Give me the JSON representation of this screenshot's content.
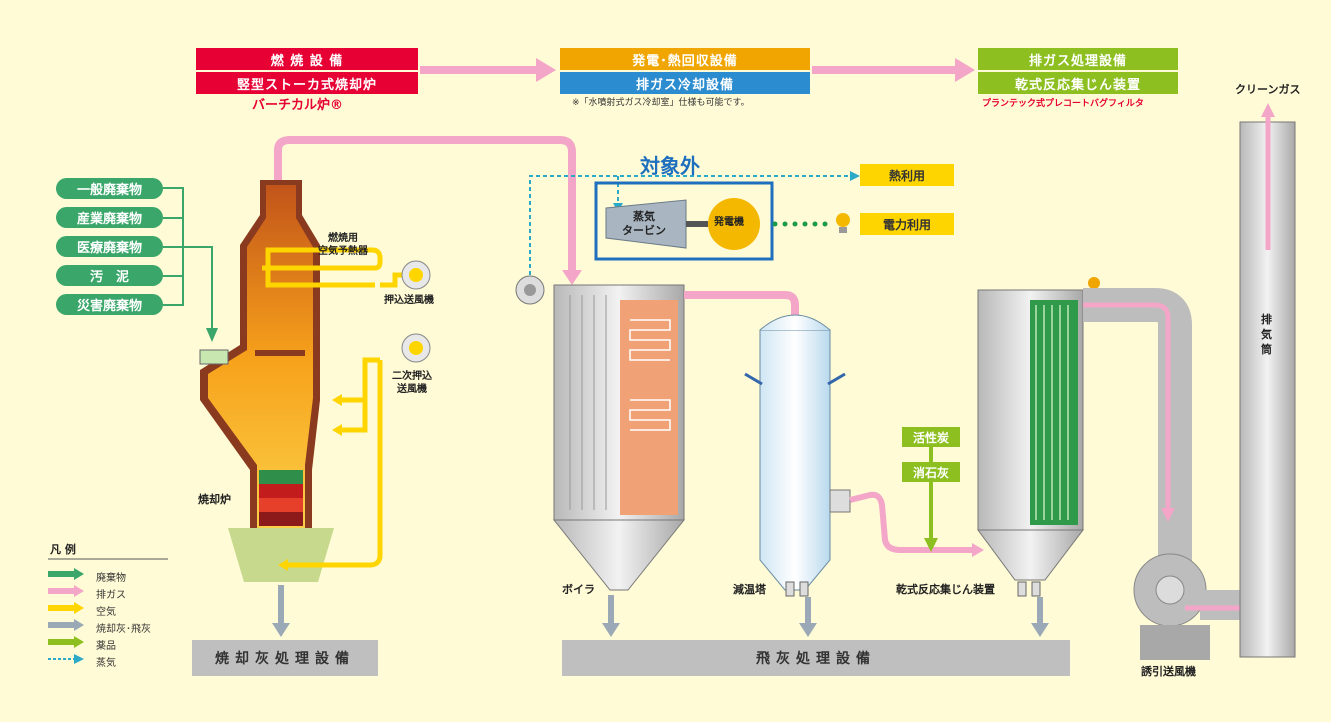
{
  "header": {
    "combustion_title": "燃 焼 設 備",
    "combustion_sub": "竪型ストーカ式焼却炉",
    "combustion_brand": "バーチカル炉®",
    "power_title": "発電･熱回収設備",
    "cooling_title": "排ガス冷却設備",
    "cooling_note": "※「水噴射式ガス冷却室」仕様も可能です。",
    "gas_title": "排ガス処理設備",
    "gas_sub": "乾式反応集じん装置",
    "gas_brand": "プランテック式プレコートバグフィルタ"
  },
  "wastes": [
    "一般廃棄物",
    "産業廃棄物",
    "医療廃棄物",
    "汚　泥",
    "災害廃棄物"
  ],
  "labels": {
    "air_preheater": "燃焼用\n空気予熱器",
    "push_fan": "押込送風機",
    "secondary_fan": "二次押込\n送風機",
    "incinerator": "焼却炉",
    "boiler": "ボイラ",
    "cooling_tower": "減温塔",
    "bag_filter": "乾式反応集じん装置",
    "induced_fan": "誘引送風機",
    "stack": "排\n気\n筒",
    "clean_gas": "クリーンガス",
    "out_of_scope": "対象外",
    "turbine": "蒸気\nタービン",
    "generator": "発電機",
    "heat_use": "熱利用",
    "power_use": "電力利用",
    "activated_carbon": "活性炭",
    "slaked_lime": "消石灰"
  },
  "bottom": {
    "ash_facility": "焼却灰処理設備",
    "fly_ash_facility": "飛灰処理設備"
  },
  "legend": {
    "title": "凡 例",
    "items": [
      {
        "label": "廃棄物",
        "color": "#3aa66a"
      },
      {
        "label": "排ガス",
        "color": "#f3a6c8"
      },
      {
        "label": "空気",
        "color": "#ffd500"
      },
      {
        "label": "焼却灰･飛灰",
        "color": "#9aa9b5"
      },
      {
        "label": "薬品",
        "color": "#8cbf1f"
      },
      {
        "label": "蒸気",
        "color": "#2aa9c9"
      }
    ]
  },
  "colors": {
    "red": "#e60033",
    "orange": "#f0a500",
    "blue": "#2b8ccf",
    "lime": "#8cbf1f",
    "pink": "#f3a6c8",
    "yellow": "#ffd500",
    "green": "#3aa66a",
    "gray": "#9aa9b5",
    "scope_blue": "#1f6fbf"
  }
}
